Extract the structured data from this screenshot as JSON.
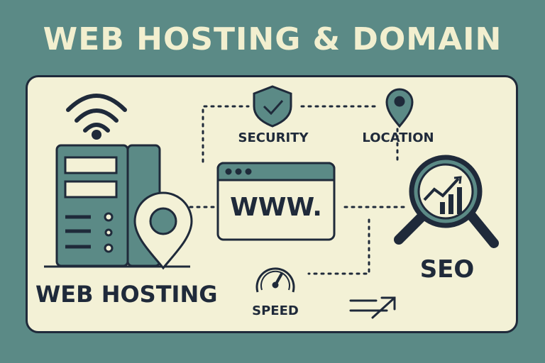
{
  "title": "WEB HOSTING & DOMAIN",
  "labels": {
    "web_hosting": "WEB HOSTING",
    "security": "SECURITY",
    "location": "LOCATION",
    "www": "WWW.",
    "seo": "SEO",
    "speed": "SPEED"
  },
  "colors": {
    "background": "#5b8a86",
    "panel": "#f3f1d6",
    "ink": "#1f2a3a",
    "accent": "#5b8a86",
    "title": "#f2efcf"
  },
  "icons": [
    "wifi-icon",
    "server-icon",
    "map-pin-icon",
    "shield-check-icon",
    "location-pin-icon",
    "browser-window-icon",
    "magnifier-chart-icon",
    "speedometer-icon",
    "arrow-icon"
  ]
}
